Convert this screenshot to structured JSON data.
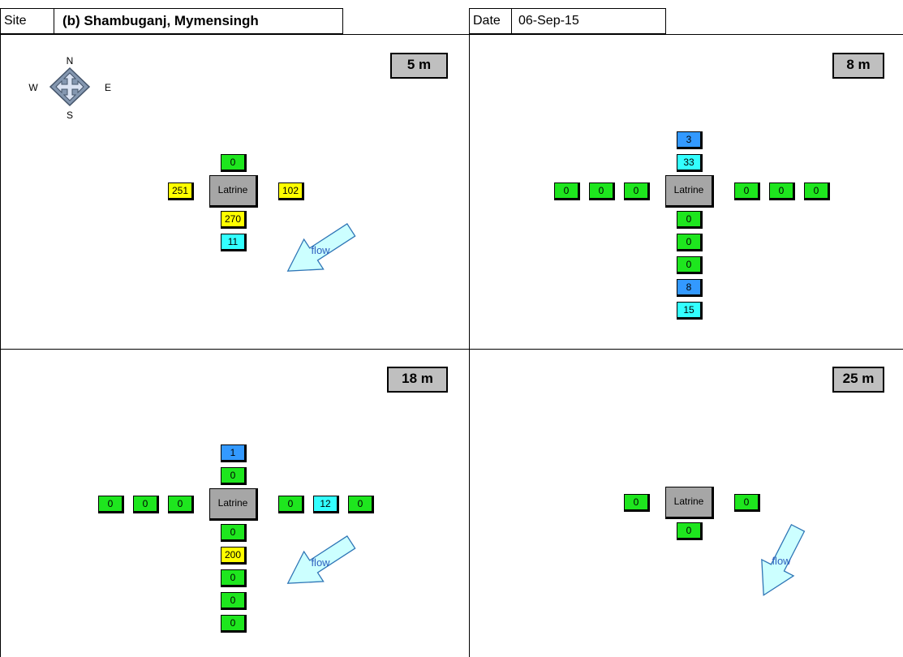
{
  "header": {
    "site_label": "Site",
    "site_name": "(b) Shambuganj, Mymensingh",
    "date_label": "Date",
    "date_value": "06-Sep-15"
  },
  "compass": {
    "n": "N",
    "s": "S",
    "e": "E",
    "w": "W"
  },
  "colors": {
    "green": "#1ee61e",
    "yellow": "#ffff00",
    "cyan": "#33ffff",
    "blue": "#3399ff",
    "latrine": "#a6a6a6",
    "arrow_fill": "#ccffff"
  },
  "latrine_label": "Latrine",
  "flow_label": "flow",
  "panels": {
    "p5": {
      "distance": "5 m",
      "north": [
        {
          "v": "0",
          "c": "green"
        }
      ],
      "south": [
        {
          "v": "270",
          "c": "yellow"
        },
        {
          "v": "11",
          "c": "cyan"
        }
      ],
      "west": [
        {
          "v": "251",
          "c": "yellow"
        }
      ],
      "east": [
        {
          "v": "102",
          "c": "yellow"
        }
      ]
    },
    "p8": {
      "distance": "8 m",
      "north": [
        {
          "v": "33",
          "c": "cyan"
        },
        {
          "v": "3",
          "c": "blue"
        }
      ],
      "south": [
        {
          "v": "0",
          "c": "green"
        },
        {
          "v": "0",
          "c": "green"
        },
        {
          "v": "0",
          "c": "green"
        },
        {
          "v": "8",
          "c": "blue"
        },
        {
          "v": "15",
          "c": "cyan"
        }
      ],
      "west": [
        {
          "v": "0",
          "c": "green"
        },
        {
          "v": "0",
          "c": "green"
        },
        {
          "v": "0",
          "c": "green"
        }
      ],
      "east": [
        {
          "v": "0",
          "c": "green"
        },
        {
          "v": "0",
          "c": "green"
        },
        {
          "v": "0",
          "c": "green"
        }
      ]
    },
    "p18": {
      "distance": "18 m",
      "north": [
        {
          "v": "0",
          "c": "green"
        },
        {
          "v": "1",
          "c": "blue"
        }
      ],
      "south": [
        {
          "v": "0",
          "c": "green"
        },
        {
          "v": "200",
          "c": "yellow"
        },
        {
          "v": "0",
          "c": "green"
        },
        {
          "v": "0",
          "c": "green"
        },
        {
          "v": "0",
          "c": "green"
        }
      ],
      "west": [
        {
          "v": "0",
          "c": "green"
        },
        {
          "v": "0",
          "c": "green"
        },
        {
          "v": "0",
          "c": "green"
        }
      ],
      "east": [
        {
          "v": "0",
          "c": "green"
        },
        {
          "v": "12",
          "c": "cyan"
        },
        {
          "v": "0",
          "c": "green"
        }
      ]
    },
    "p25": {
      "distance": "25 m",
      "north": [],
      "south": [
        {
          "v": "0",
          "c": "green"
        }
      ],
      "west": [
        {
          "v": "0",
          "c": "green"
        }
      ],
      "east": [
        {
          "v": "0",
          "c": "green"
        }
      ]
    }
  }
}
